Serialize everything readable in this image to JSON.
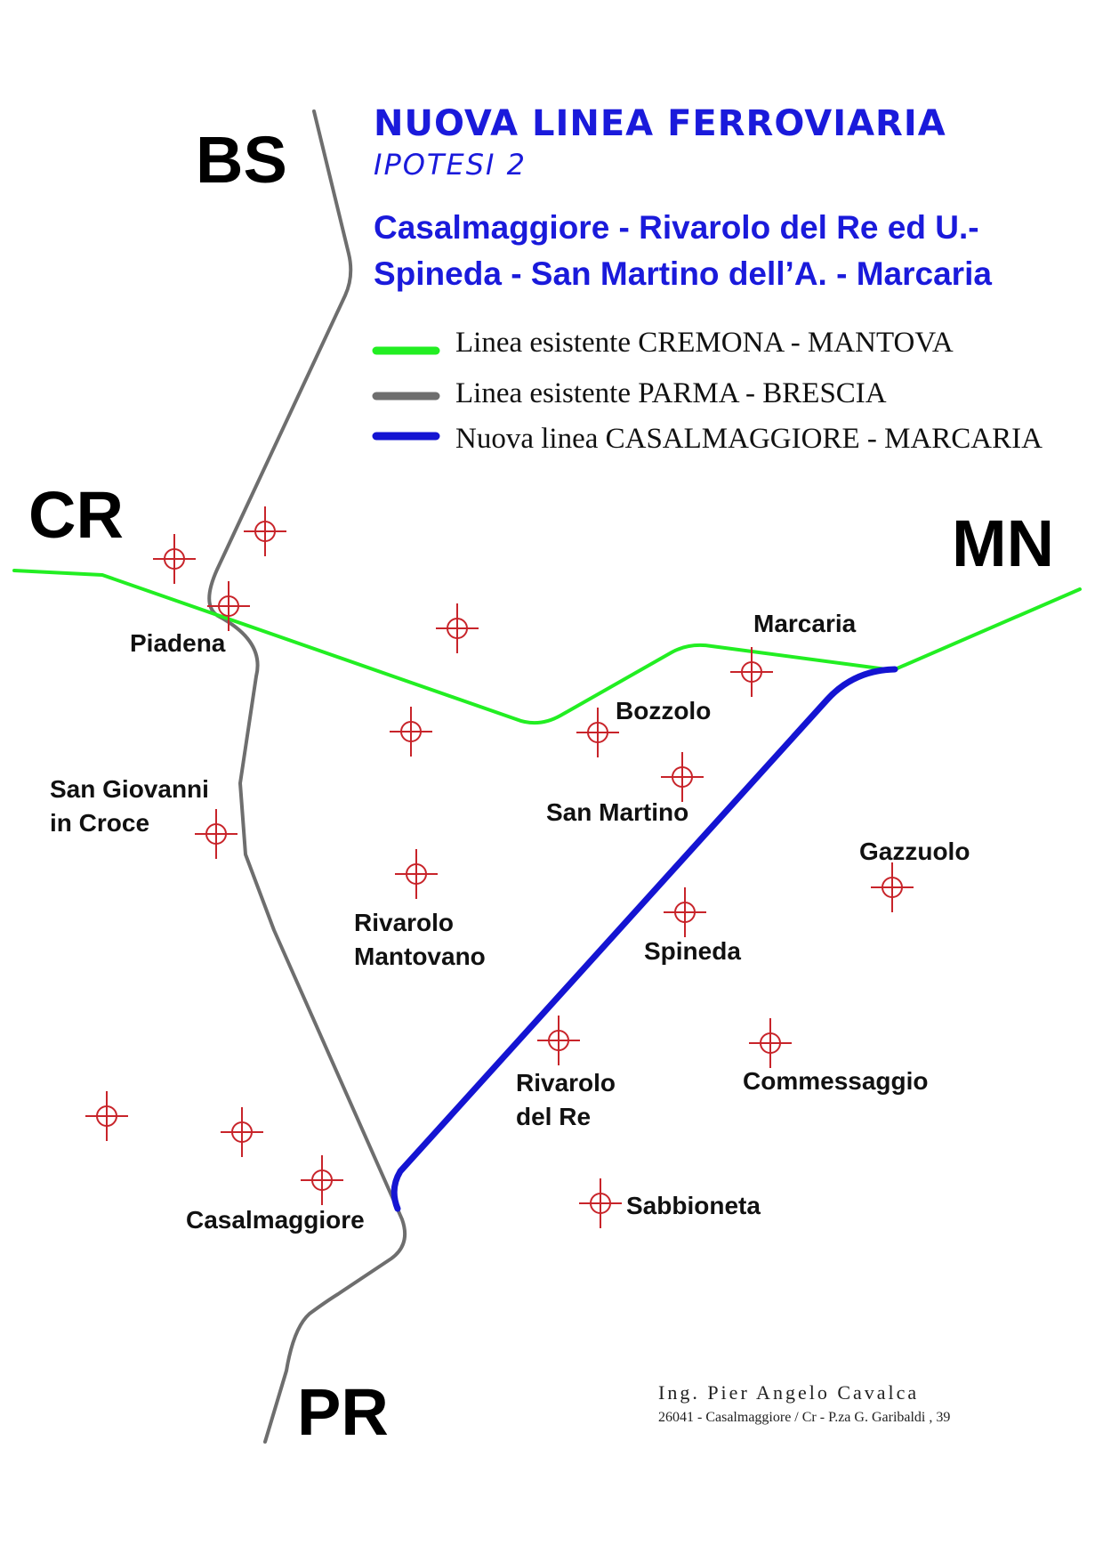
{
  "title": {
    "main": "NUOVA LINEA FERROVIARIA",
    "sub": "IPOTESI 2",
    "route_line1": "Casalmaggiore - Rivarolo del Re ed U.-",
    "route_line2": "Spineda - San Martino dell’A. - Marcaria"
  },
  "legend": {
    "items": [
      {
        "label": "Linea esistente CREMONA - MANTOVA",
        "color": "#22ee22"
      },
      {
        "label": "Linea esistente PARMA - BRESCIA",
        "color": "#6e6e6e"
      },
      {
        "label": "Nuova linea CASALMAGGIORE - MARCARIA",
        "color": "#1414d2"
      }
    ]
  },
  "regions": {
    "bs": "BS",
    "cr": "CR",
    "mn": "MN",
    "pr": "PR"
  },
  "towns": {
    "piadena": "Piadena",
    "marcaria": "Marcaria",
    "bozzolo": "Bozzolo",
    "san_giovanni_1": "San Giovanni",
    "san_giovanni_2": "in Croce",
    "san_martino": "San Martino",
    "gazzuolo": "Gazzuolo",
    "rivarolo_mantovano_1": "Rivarolo",
    "rivarolo_mantovano_2": "Mantovano",
    "spineda": "Spineda",
    "rivarolo_del_re_1": "Rivarolo",
    "rivarolo_del_re_2": "del Re",
    "commessaggio": "Commessaggio",
    "casalmaggiore": "Casalmaggiore",
    "sabbioneta": "Sabbioneta"
  },
  "author": {
    "name": "Ing. Pier Angelo Cavalca",
    "address": "26041 - Casalmaggiore / Cr  -  P.za G. Garibaldi , 39"
  }
}
